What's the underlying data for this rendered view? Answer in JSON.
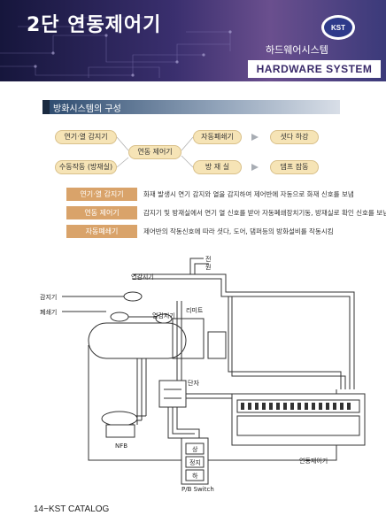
{
  "header": {
    "title": "2단 연동제어기",
    "subtitle_kr": "하드웨어시스템",
    "subtitle_en": "HARDWARE SYSTEM",
    "logo_text": "KST"
  },
  "section": {
    "title": "방화시스템의 구성"
  },
  "flow": {
    "smoke_heat_sensor": "연기·열 감지기",
    "manual_operation": "수동작동 (방재실)",
    "linked_controller": "연동 제어기",
    "auto_closer": "자동폐쇄기",
    "disaster_room": "방 재 실",
    "shutter_down": "셧다 하강",
    "damper_close": "댐프 잠동"
  },
  "legend": [
    {
      "tag": "연기·열 감지기",
      "desc": "화재 발생시 연기 감지와 열을 감지하여 제어반에 자동으로 화재 신호를 보냄"
    },
    {
      "tag": "연동 제어기",
      "desc": "감지기 및 방재실에서 연기 열 신호를 받아 자동폐쇄장치기동, 방재실로 확인 신호를 보냄"
    },
    {
      "tag": "자동폐쇄기",
      "desc": "제어반의 작동신호에 따라 셧다, 도어, 댐퍼등의 방화설비를 작동시킴"
    }
  ],
  "diagram": {
    "smoke_detector": "연감지기",
    "detector": "감지기",
    "closer": "폐쇄기",
    "heat_detector": "열감지기",
    "limit_switch": "리미트",
    "terminal": "단자",
    "nfb": "NFB",
    "pb_switch": "P/B Switch",
    "pb_up": "상",
    "pb_stop": "정지",
    "pb_down": "하",
    "controller": "연동제어기",
    "top_label_1": "전",
    "top_label_2": "원"
  },
  "footer": {
    "page_label": "14−KST CATALOG"
  },
  "colors": {
    "banner": "#3a2f6e",
    "flow_box": "#f6e4b6",
    "legend_tag": "#d9a36a",
    "section_bar": "#2c4a6e"
  }
}
